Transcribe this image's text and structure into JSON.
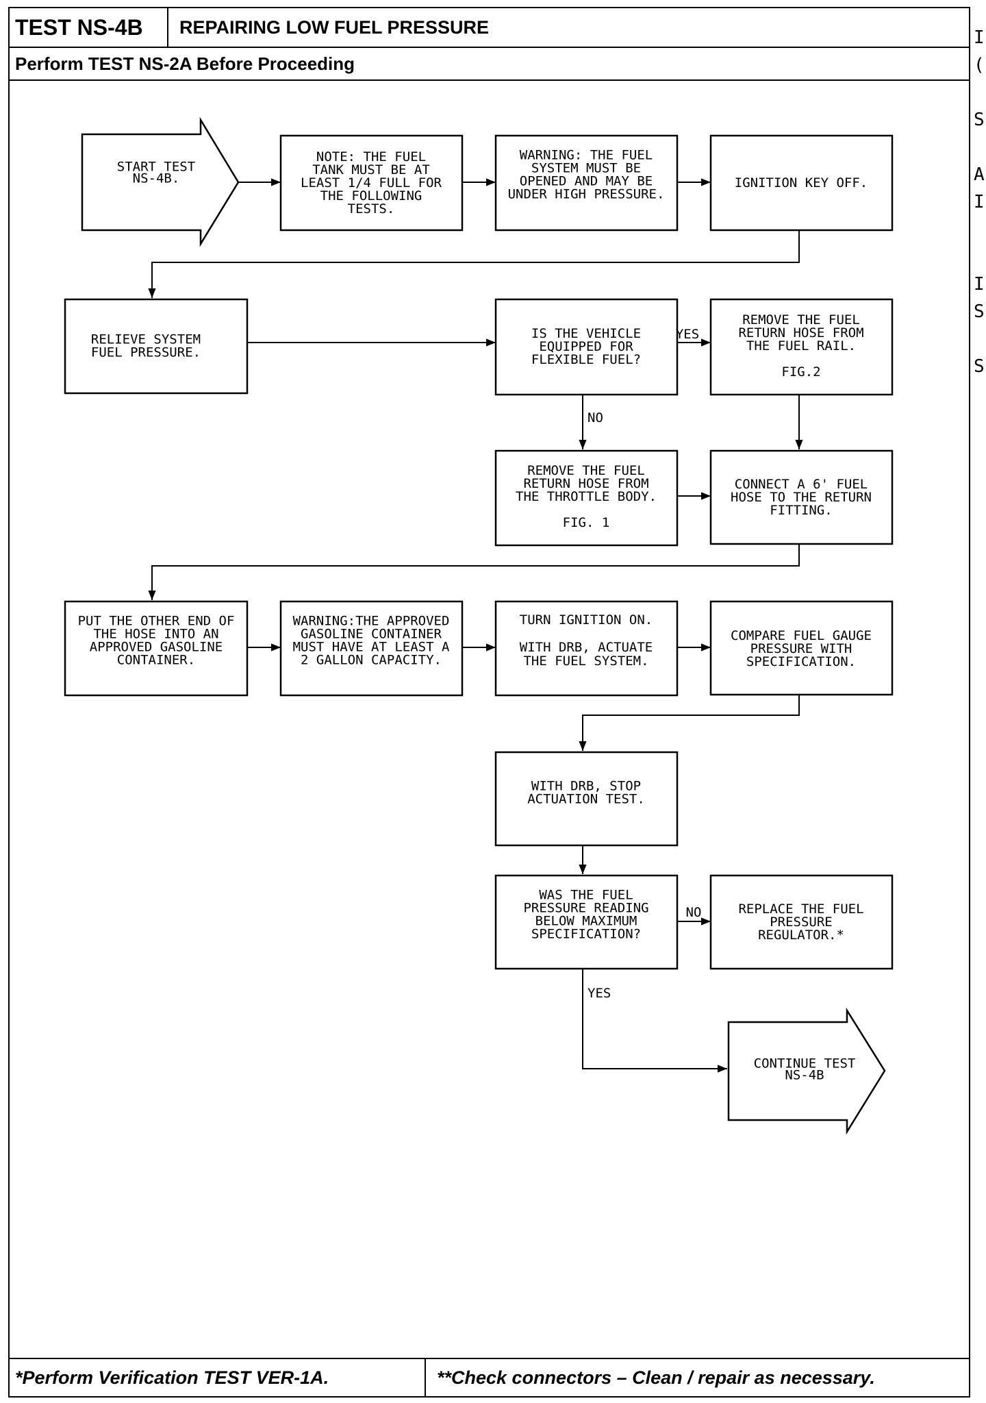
{
  "header": {
    "test_id": "TEST NS-4B",
    "title": "REPAIRING LOW FUEL PRESSURE",
    "prerequisite": "Perform TEST NS-2A Before Proceeding"
  },
  "footer": {
    "left_note": "*Perform Verification TEST VER-1A.",
    "right_note": "**Check connectors – Clean / repair as necessary."
  },
  "side_marks": [
    "I",
    "(",
    "",
    "S",
    "",
    "A",
    "I",
    "",
    "",
    "I",
    "S",
    "",
    "S"
  ],
  "flow": {
    "start": [
      "START TEST",
      "NS-4B."
    ],
    "note_fuel_tank": [
      "NOTE: THE FUEL",
      "TANK MUST BE AT",
      "LEAST 1/4 FULL FOR",
      "THE FOLLOWING",
      "TESTS."
    ],
    "warning_pressure": [
      "WARNING: THE FUEL",
      "SYSTEM MUST BE",
      "OPENED AND MAY BE",
      "UNDER HIGH PRESSURE."
    ],
    "ignition_off": [
      "IGNITION KEY OFF."
    ],
    "relieve_pressure": [
      "RELIEVE SYSTEM",
      "FUEL PRESSURE."
    ],
    "flex_fuel_question": [
      "IS THE VEHICLE",
      "EQUIPPED FOR",
      "FLEXIBLE FUEL?"
    ],
    "remove_hose_rail": [
      "REMOVE THE FUEL",
      "RETURN HOSE FROM",
      "THE FUEL RAIL.",
      "",
      "FIG.2"
    ],
    "remove_hose_throttle": [
      "REMOVE THE FUEL",
      "RETURN HOSE FROM",
      "THE THROTTLE BODY.",
      "",
      "FIG. 1"
    ],
    "connect_hose": [
      "CONNECT A 6' FUEL",
      "HOSE TO THE RETURN",
      "FITTING."
    ],
    "put_hose": [
      "PUT THE OTHER END OF",
      "THE HOSE INTO AN",
      "APPROVED GASOLINE",
      "CONTAINER."
    ],
    "warning_container": [
      "WARNING:THE APPROVED",
      "GASOLINE CONTAINER",
      "MUST HAVE AT LEAST A",
      "2 GALLON CAPACITY."
    ],
    "turn_ignition_on": [
      "TURN IGNITION ON.",
      "",
      "WITH DRB, ACTUATE",
      "THE FUEL SYSTEM."
    ],
    "compare_gauge": [
      "COMPARE FUEL GAUGE",
      "PRESSURE WITH",
      "SPECIFICATION."
    ],
    "stop_actuation": [
      "WITH DRB, STOP",
      "ACTUATION TEST."
    ],
    "pressure_question": [
      "WAS THE FUEL",
      "PRESSURE READING",
      "BELOW MAXIMUM",
      "SPECIFICATION?"
    ],
    "replace_regulator": [
      "REPLACE THE FUEL",
      "PRESSURE",
      "REGULATOR.*"
    ],
    "continue": [
      "CONTINUE TEST",
      "NS-4B"
    ],
    "labels": {
      "yes_flex": "YES",
      "no_flex": "NO",
      "no_pressure": "NO",
      "yes_pressure": "YES"
    }
  }
}
